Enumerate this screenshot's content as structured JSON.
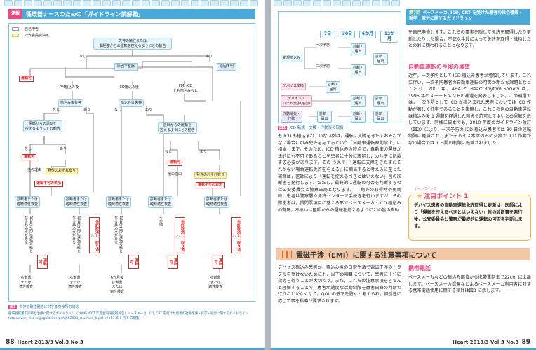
{
  "left_page": {
    "header_tag": "連載",
    "header_title": "循環器ナースのための「ガイドライン読解塾」",
    "legend": {
      "item1": "：自己申告",
      "item2": "：公安委員会決定"
    },
    "nodes": {
      "root": "失神の既往または\n脳梗塞からの運転を控えるようにとの勧告",
      "root_no": "なし",
      "root_yes": "あり",
      "unrestricted": "運転可",
      "level_pm": "原因不整脈",
      "level_none": "原因不明",
      "pm": "PM植込み後",
      "icd": "ICD植込み後",
      "pm_icd": "PM, ICD\nとも植込みなし",
      "pm_improve": "植込み後失神",
      "pm_improve_no": "なし",
      "pm_improve_yes": "あり",
      "icd_improve": "植込み後失神",
      "icd_improve_no": "なし",
      "icd_improve_yes": "あり",
      "pm_recommend": "医師からの運転を\n控えるようにとの勧告",
      "pm_recommend_no": "なし",
      "pm_recommend_yes": "あり",
      "pm_ok": "運転可",
      "pm_other": "他の理由",
      "pm_relapse": "発作のおそれ有り",
      "pm_ng": "運転不可の表示",
      "right_recommend": "医師からの運転を\n控えるようにとの勧告",
      "right_no": "なし",
      "right_yes": "あり",
      "right_ok": "運転可",
      "right_other": "他の理由",
      "right_relapse": "発作のおそれ有り",
      "right_ng": "運転不可の表示",
      "diag1": "診断書または\n臨時適性検査",
      "diag2": "診断書または\n臨時適性検査",
      "diag3": "診断書または\n臨時適性検査",
      "diag4": "診断書または\n臨時適性検査",
      "diag5": "診断書または\n臨時適性検査",
      "six_months": "6か月以内に運転可能と\nなる見込みがある",
      "six_months_b": "6か月以内に運転可能と\nなる見込みがある",
      "six_months_c": "6か月以内に運転可能と\nなる見込みがある",
      "other_cases": "その他",
      "exempt": "免許取消し・取り消し",
      "exempt_b": "免許取消し・取り消し",
      "exempt_c": "免許取消し・取り消し",
      "drive_ok_v": "運転可",
      "drive_ok_v2": "運転可",
      "drive_ok_v3": "運転可",
      "drive_ok_v4": "運転可",
      "final1": "診断書\nまたは\n適性検査",
      "final2": "診断書\nまたは\n適性検査",
      "final3": "6か月後\n診断書\nまたは\n適性検査",
      "final4": "診断書\nまたは\n適性検査"
    },
    "caption_num": "図1",
    "caption": "失神の既往例等に対する交渉所の対応",
    "source": "循環器疾患の診断と治療に関するガイドライン（2006-2007 年度合同研究班報告）ペースメーカ, ICD, CRT を受けた患者の社会復帰・就学・就労に関するガイドライン. http://www.j-circ.or.jp/guideline/pdf/JCS2008_okumura_h.pdf（2013 年 1 月 6 日閲覧）",
    "page_number": "88",
    "magazine": "Heart",
    "issue": "2013/3 Vol.3 No.3"
  },
  "right_page": {
    "chapter": "第7回",
    "header_title": "ペースメーカ, ICD, CRT を受けた患者の社会復帰・就学・就労に関するガイドライン",
    "fig2": {
      "col_7": "7日",
      "col_30": "30日",
      "col_6m": "6か月",
      "col_12m": "12か月",
      "row_new": "新規植込み",
      "row_primary": "一次予防",
      "row_secondary": "二次予防",
      "row_device": "デバイス交換",
      "row_lead": "デバイス・\nリード交換(追加)",
      "row_shock": "作動消失・\n作動",
      "doc": "診断・\n届出",
      "doc_b": "診断・\n届出",
      "doc_c": "診断・\n届出",
      "doc_d": "診断・\n届出",
      "doc_e": "診断・\n届出",
      "doc_f": "診断・\n届出",
      "doc_g": "診断・\n届出",
      "doc_h": "診断・\n届出",
      "doc_i": "診断・\n届出"
    },
    "fig2_num": "図2",
    "fig2_caption": "ICD 新規・交換・作動後の取扱",
    "col1_text": "も ICD も植込まれていない例は，運転に支障をきたすおそれがない場合にのみ免許を与えるという「自動車運転原則禁止」に相当します。そのため，ICD 植込みの時点で，自動車の運転が法的にも不可であることを患者に十分に説明し，カルテに記載する必要があります。その うえで，「運転に支障をきたすおそれがない場合運転免許を与える」に相当すると考えるに至った場合は，医師により「運転を控えるべきとはいえない」旨の診断書を発行します。ただし，最終的に運転の可否を判断するのは公安委員会と警察当局となります。\n　免許の取得時や更新時，患者は警察署や免許センターで手続きを行いますが，その際患者は，質問票項目に答える形でペースメーカ・ICD 植込みの有無，あるいは医師からの運転を控えるようにとの旨の自勧",
    "col2_top": "を自己申告します。これらの事実を隠して免許を取得したり更新したりした場合，不正な手段によって免許を取得・維持したとの罪に問われることとなります。",
    "sub1": "自動車運転の今後の展望",
    "col2_text": "近年，一次予防として ICD 植込み患者が増加しています。これに伴い，一次予防患者の自動車運転の可否が新たな課題となっており，2007 年，AHA と Heart Rhythm Society は，1996 年のステートメントの補遺を発表しました。この補遺では，一次予防として ICD が植込まれた患者においては ICD 作動が著しく低率であることを指摘し，これらの例の自動車運転は植込み後 1 週間を経過した時点で許可してよいとの見解を示しています。同様に日本でも，2010 年度のガイドライン改訂（図2）により，一次予防の ICD 植込み患者では 30 日の運転制限に軽減され，またデバイス本体のみの交換で ICD 作動がない場合では 7 日間の制限に軽減されました。",
    "point_tag": "ガイドラインの",
    "point_title": "注目ポイント 1",
    "point_body": "デバイス患者の自動車運転免許取得と更新は，医師により「運転を控えるべきとはいえない」旨の診断書を発行後，公安委員会と警察が最終的に運転の可否を判断します。",
    "emi_title": "電磁干渉（EMI）に関する注意事項について",
    "emi_col1": "デバイス植込み患者が，植込み後の日常生活で電磁干渉のトラブルを受けないためにも，以下の項目について，患者に十分に指導を行うことが大切です。また，これらの注意事項をきちんと理解することで，患者が過度な活動制限を患者自身の判断で行うことがなくなり，QOL の低下を防ぐと考えられ，個別性に応じて事を指導が要求されます。",
    "emi_sub": "携帯電話",
    "emi_col2": "ペースメーカなどの植込み部位から携帯電話まで22cm 以上離します。ペースメーカ録画などよるペースメーカ利用者に対する携帯電話使用に関する指針は図3 に示します。",
    "page_number": "89",
    "magazine": "Heart",
    "issue": "2013/3 Vol.3 No.3"
  },
  "colors": {
    "accent_blue": "#4aa9d6",
    "accent_pink": "#e94a7f",
    "red_label": "#d92a2a",
    "emi_band": "#f3c8a6"
  }
}
